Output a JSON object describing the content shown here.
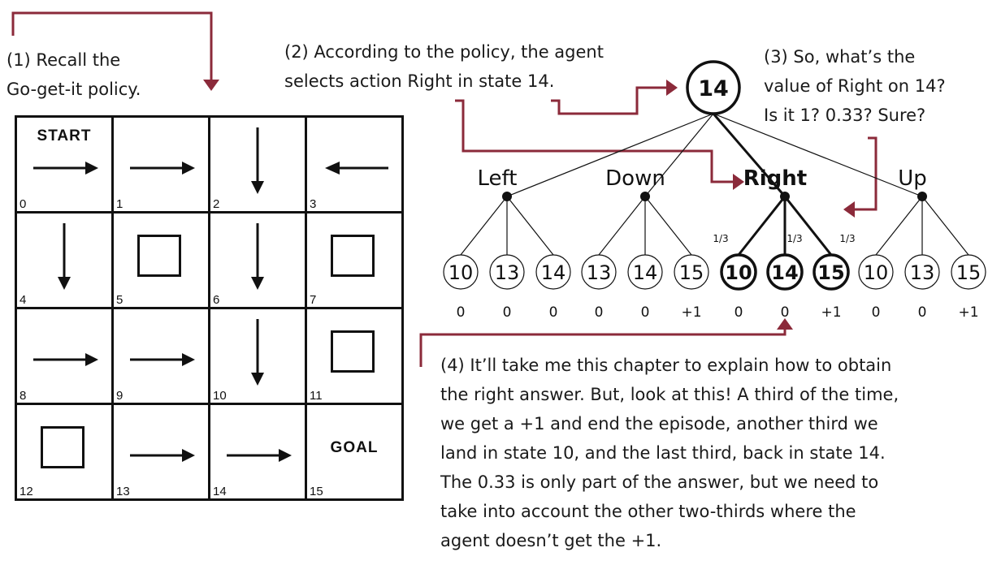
{
  "notes": {
    "n1_line1": "(1) Recall the",
    "n1_line2": "Go-get-it policy.",
    "n2_line1": "(2) According to the policy, the agent",
    "n2_line2": "selects action Right in state 14.",
    "n3_line1": "(3) So, what’s the",
    "n3_line2": "value of Right on 14?",
    "n3_line3": "Is it 1? 0.33? Sure?",
    "n4_lines": [
      "(4) It’ll take me this chapter to explain how to obtain",
      "the right answer. But, look at this! A third of the time,",
      "we get a +1 and end the episode, another third we",
      "land in state 10, and the last third, back in state 14.",
      "The 0.33 is only part of the answer, but we need to",
      "take into account the other two-thirds where the",
      "agent doesn’t get the +1."
    ]
  },
  "grid": {
    "cells": [
      {
        "num": "0",
        "content": "right",
        "label": "START"
      },
      {
        "num": "1",
        "content": "right"
      },
      {
        "num": "2",
        "content": "down"
      },
      {
        "num": "3",
        "content": "left"
      },
      {
        "num": "4",
        "content": "down"
      },
      {
        "num": "5",
        "content": "hole"
      },
      {
        "num": "6",
        "content": "down"
      },
      {
        "num": "7",
        "content": "hole"
      },
      {
        "num": "8",
        "content": "right"
      },
      {
        "num": "9",
        "content": "right"
      },
      {
        "num": "10",
        "content": "down"
      },
      {
        "num": "11",
        "content": "hole"
      },
      {
        "num": "12",
        "content": "hole"
      },
      {
        "num": "13",
        "content": "right"
      },
      {
        "num": "14",
        "content": "right"
      },
      {
        "num": "15",
        "content": "goal",
        "label": "GOAL"
      }
    ]
  },
  "tree": {
    "root": "14",
    "actions": [
      {
        "label": "Left",
        "bold": false,
        "states": [
          "10",
          "13",
          "14"
        ],
        "rewards": [
          "0",
          "0",
          "0"
        ]
      },
      {
        "label": "Down",
        "bold": false,
        "states": [
          "13",
          "14",
          "15"
        ],
        "rewards": [
          "0",
          "0",
          "+1"
        ]
      },
      {
        "label": "Right",
        "bold": true,
        "states": [
          "10",
          "14",
          "15"
        ],
        "rewards": [
          "0",
          "0",
          "+1"
        ],
        "probs": [
          "1/3",
          "1/3",
          "1/3"
        ]
      },
      {
        "label": "Up",
        "bold": false,
        "states": [
          "10",
          "13",
          "15"
        ],
        "rewards": [
          "0",
          "0",
          "+1"
        ]
      }
    ]
  },
  "colors": {
    "accent": "#8b2a3a",
    "ink": "#111111"
  }
}
